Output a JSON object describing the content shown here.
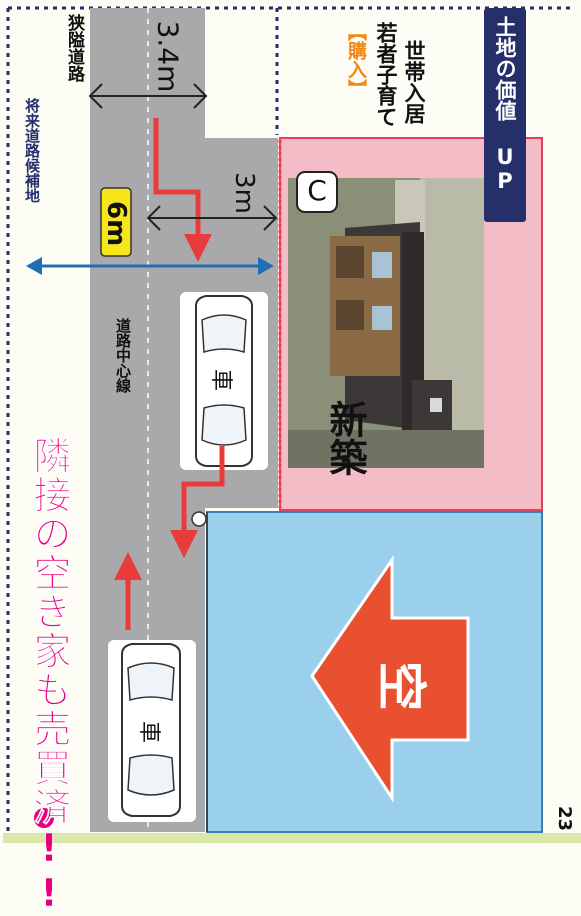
{
  "headline": "隣接の空き家も売買済!!",
  "centerline_label": "道路中心線",
  "future_line_label": "将来道路候補地",
  "narrow_road_label": "狭隘道路",
  "width_total": "6m",
  "width_3m": "3m",
  "width_34m": "3.4m",
  "purchase_tag": "【購入】",
  "purchase_line1": "若者子育て",
  "purchase_line2": "世帯入居",
  "value_up": "土地の価値 UP",
  "lot_c_marker": "C",
  "new_build": "新築",
  "vacant": "空",
  "car_label": "車",
  "page_number": "23",
  "colors": {
    "road": "#a9a9ab",
    "headline_pink": "#e6007e",
    "vacant_blue": "#9ad0ec",
    "new_lot_pink": "#f3bcc6",
    "arrow_red": "#e83c3c",
    "measure_blue": "#1f6fb5",
    "value_up_navy": "#25306b",
    "highlight_yellow": "#f7e51c"
  }
}
